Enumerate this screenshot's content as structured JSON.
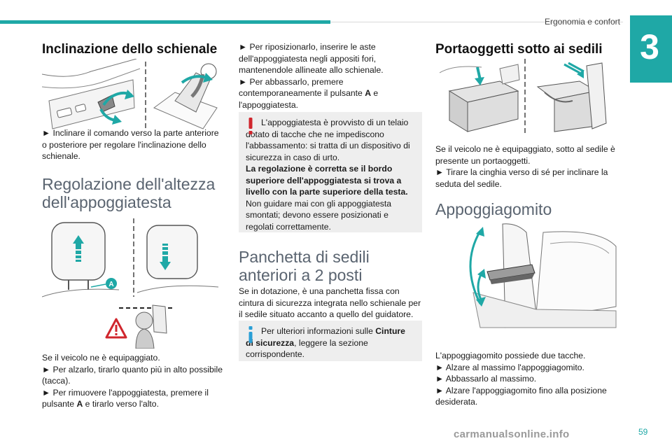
{
  "header": {
    "section_title": "Ergonomia e confort",
    "chapter_number": "3",
    "accent_color": "#1fa8a6"
  },
  "col1": {
    "heading1": "Inclinazione dello schienale",
    "para1": "► Inclinare il comando verso la parte anteriore o posteriore per regolare l'inclinazione dello schienale.",
    "heading2_line1": "Regolazione dell'altezza",
    "heading2_line2": "dell'appoggiatesta",
    "label_a": "A",
    "para2_l1": "Se il veicolo ne è equipaggiato.",
    "para2_l2": "► Per alzarlo, tirarlo quanto più in alto possibile (tacca).",
    "para2_l3a": "► Per rimuovere l'appoggiatesta, premere il pulsante ",
    "para2_l3b": "A",
    "para2_l3c": " e tirarlo verso l'alto."
  },
  "col2": {
    "para1_l1": "► Per riposizionarlo, inserire le aste dell'appoggiatesta negli appositi fori, mantenendole allineate allo schienale.",
    "para1_l2a": "► Per abbassarlo, premere contemporaneamente il pulsante ",
    "para1_l2b": "A",
    "para1_l2c": " e l'appoggiatesta.",
    "warning_text1": "L'appoggiatesta è provvisto di un telaio dotato di tacche che ne impediscono l'abbassamento: si tratta di un dispositivo di sicurezza in caso di urto.",
    "warning_bold": "La regolazione è corretta se il bordo superiore dell'appoggiatesta si trova a livello con la parte superiore della testa.",
    "warning_text2": "Non guidare mai con gli appoggiatesta smontati; devono essere posizionati e regolati correttamente.",
    "heading_line1": "Panchetta di sedili",
    "heading_line2": "anteriori a 2 posti",
    "para2": "Se in dotazione, è una panchetta fissa con cintura di sicurezza integrata nello schienale per il sedile situato accanto a quello del guidatore.",
    "info_text_a": "Per ulteriori informazioni sulle ",
    "info_text_b": "Cinture di sicurezza",
    "info_text_c": ", leggere la sezione corrispondente."
  },
  "col3": {
    "heading1": "Portaoggetti sotto ai sedili",
    "para1_l1": "Se il veicolo ne è equipaggiato, sotto al sedile è presente un portaoggetti.",
    "para1_l2": "► Tirare la cinghia verso di sé per inclinare la seduta del sedile.",
    "heading2": "Appoggiagomito",
    "para2_l1": "L'appoggiagomito possiede due tacche.",
    "para2_l2": "► Alzare al massimo l'appoggiagomito.",
    "para2_l3": "► Abbassarlo al massimo.",
    "para2_l4": "► Alzare l'appoggiagomito fino alla posizione desiderata."
  },
  "footer": {
    "watermark": "carmanualsonline.info",
    "page_number": "59"
  }
}
